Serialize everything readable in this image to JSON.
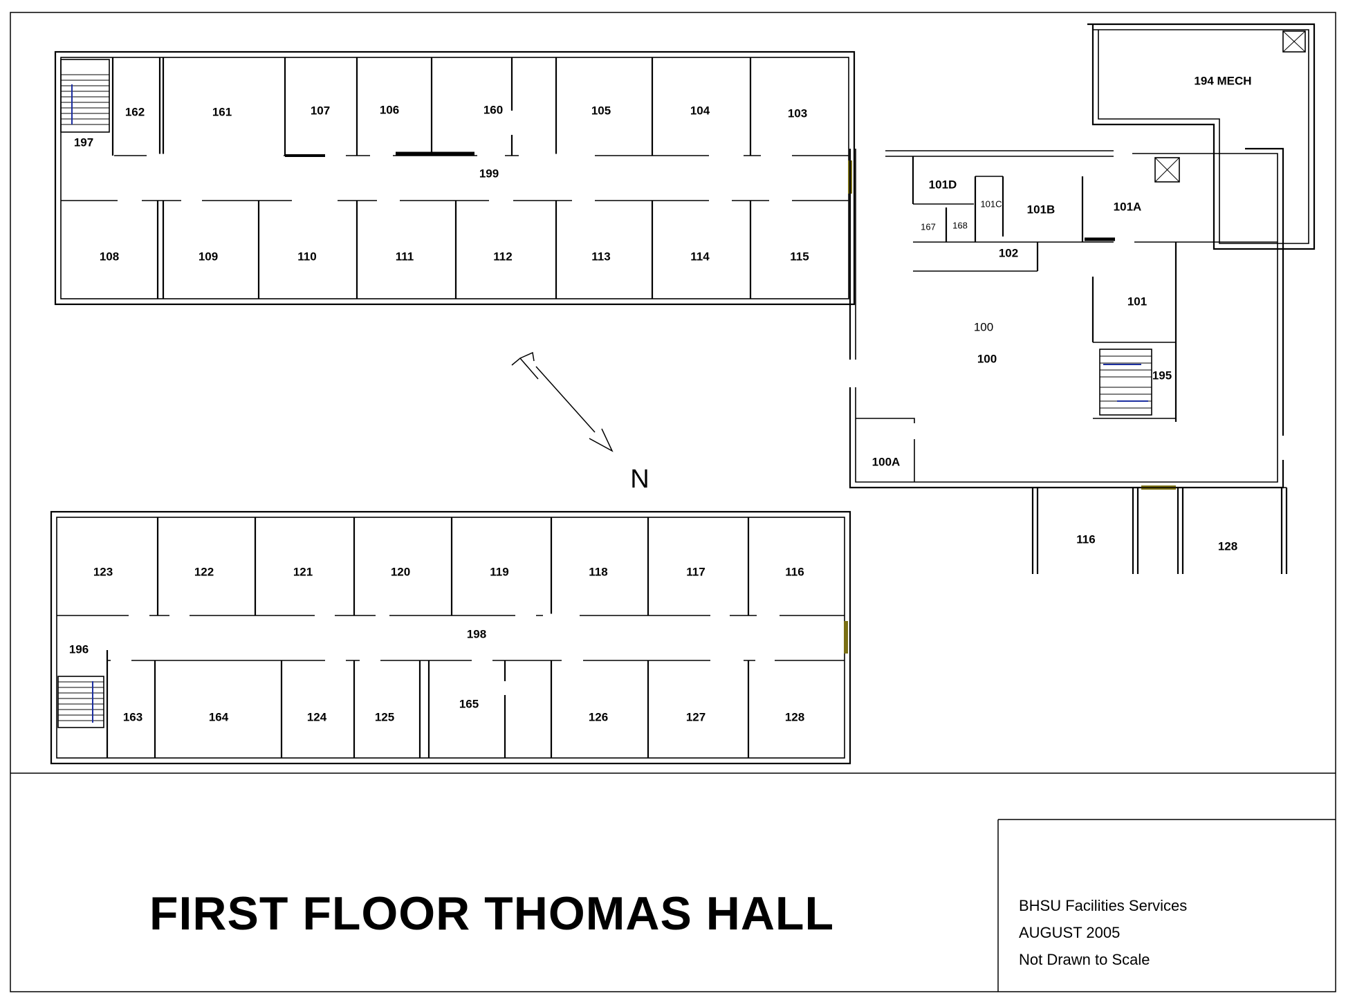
{
  "title": "FIRST FLOOR THOMAS HALL",
  "info": {
    "org": "BHSU Facilities Services",
    "date": "AUGUST 2005",
    "scale_note": "Not Drawn to Scale"
  },
  "north_label": "N",
  "north_wing": {
    "top_rooms": [
      "197",
      "162",
      "161",
      "107",
      "106",
      "160",
      "105",
      "104",
      "103"
    ],
    "corridor": "199",
    "bottom_rooms": [
      "108",
      "109",
      "110",
      "111",
      "112",
      "113",
      "114",
      "115"
    ]
  },
  "south_wing": {
    "top_rooms": [
      "123",
      "122",
      "121",
      "120",
      "119",
      "118",
      "117",
      "116"
    ],
    "corridor": "198",
    "bottom_rooms": [
      "196",
      "163",
      "164",
      "124",
      "125",
      "165",
      "126",
      "127",
      "128"
    ]
  },
  "center": {
    "rooms": [
      "194 MECH",
      "101D",
      "101C",
      "101B",
      "101A",
      "167",
      "168",
      "102",
      "101",
      "100",
      "100",
      "195",
      "100A",
      "116",
      "128"
    ]
  }
}
